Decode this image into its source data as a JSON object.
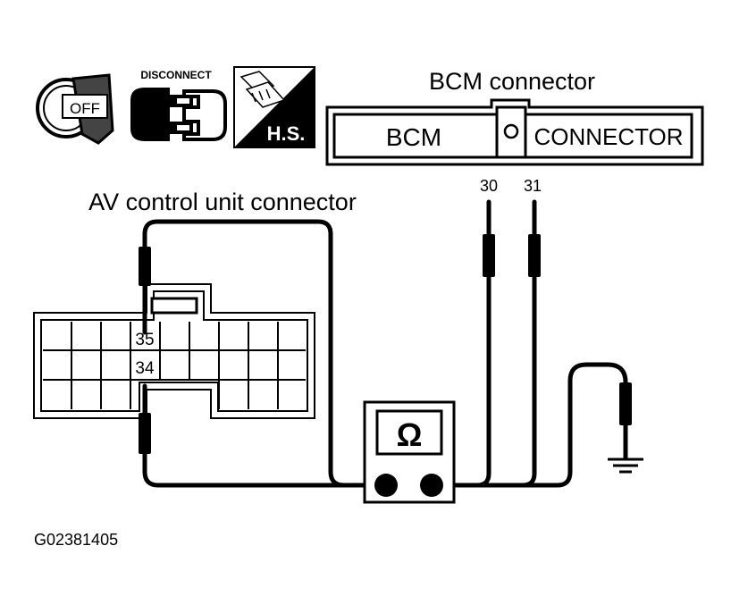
{
  "icons": {
    "ignition_text": "OFF",
    "disconnect_text": "DISCONNECT",
    "hs_text": "H.S."
  },
  "bcm_connector": {
    "title": "BCM connector",
    "left_label": "BCM",
    "right_label": "CONNECTOR",
    "terminal_a": "30",
    "terminal_b": "31"
  },
  "av_connector": {
    "title": "AV control unit connector",
    "pin_top": "35",
    "pin_bottom": "34"
  },
  "meter": {
    "symbol": "Ω"
  },
  "figure_id": "G02381405"
}
